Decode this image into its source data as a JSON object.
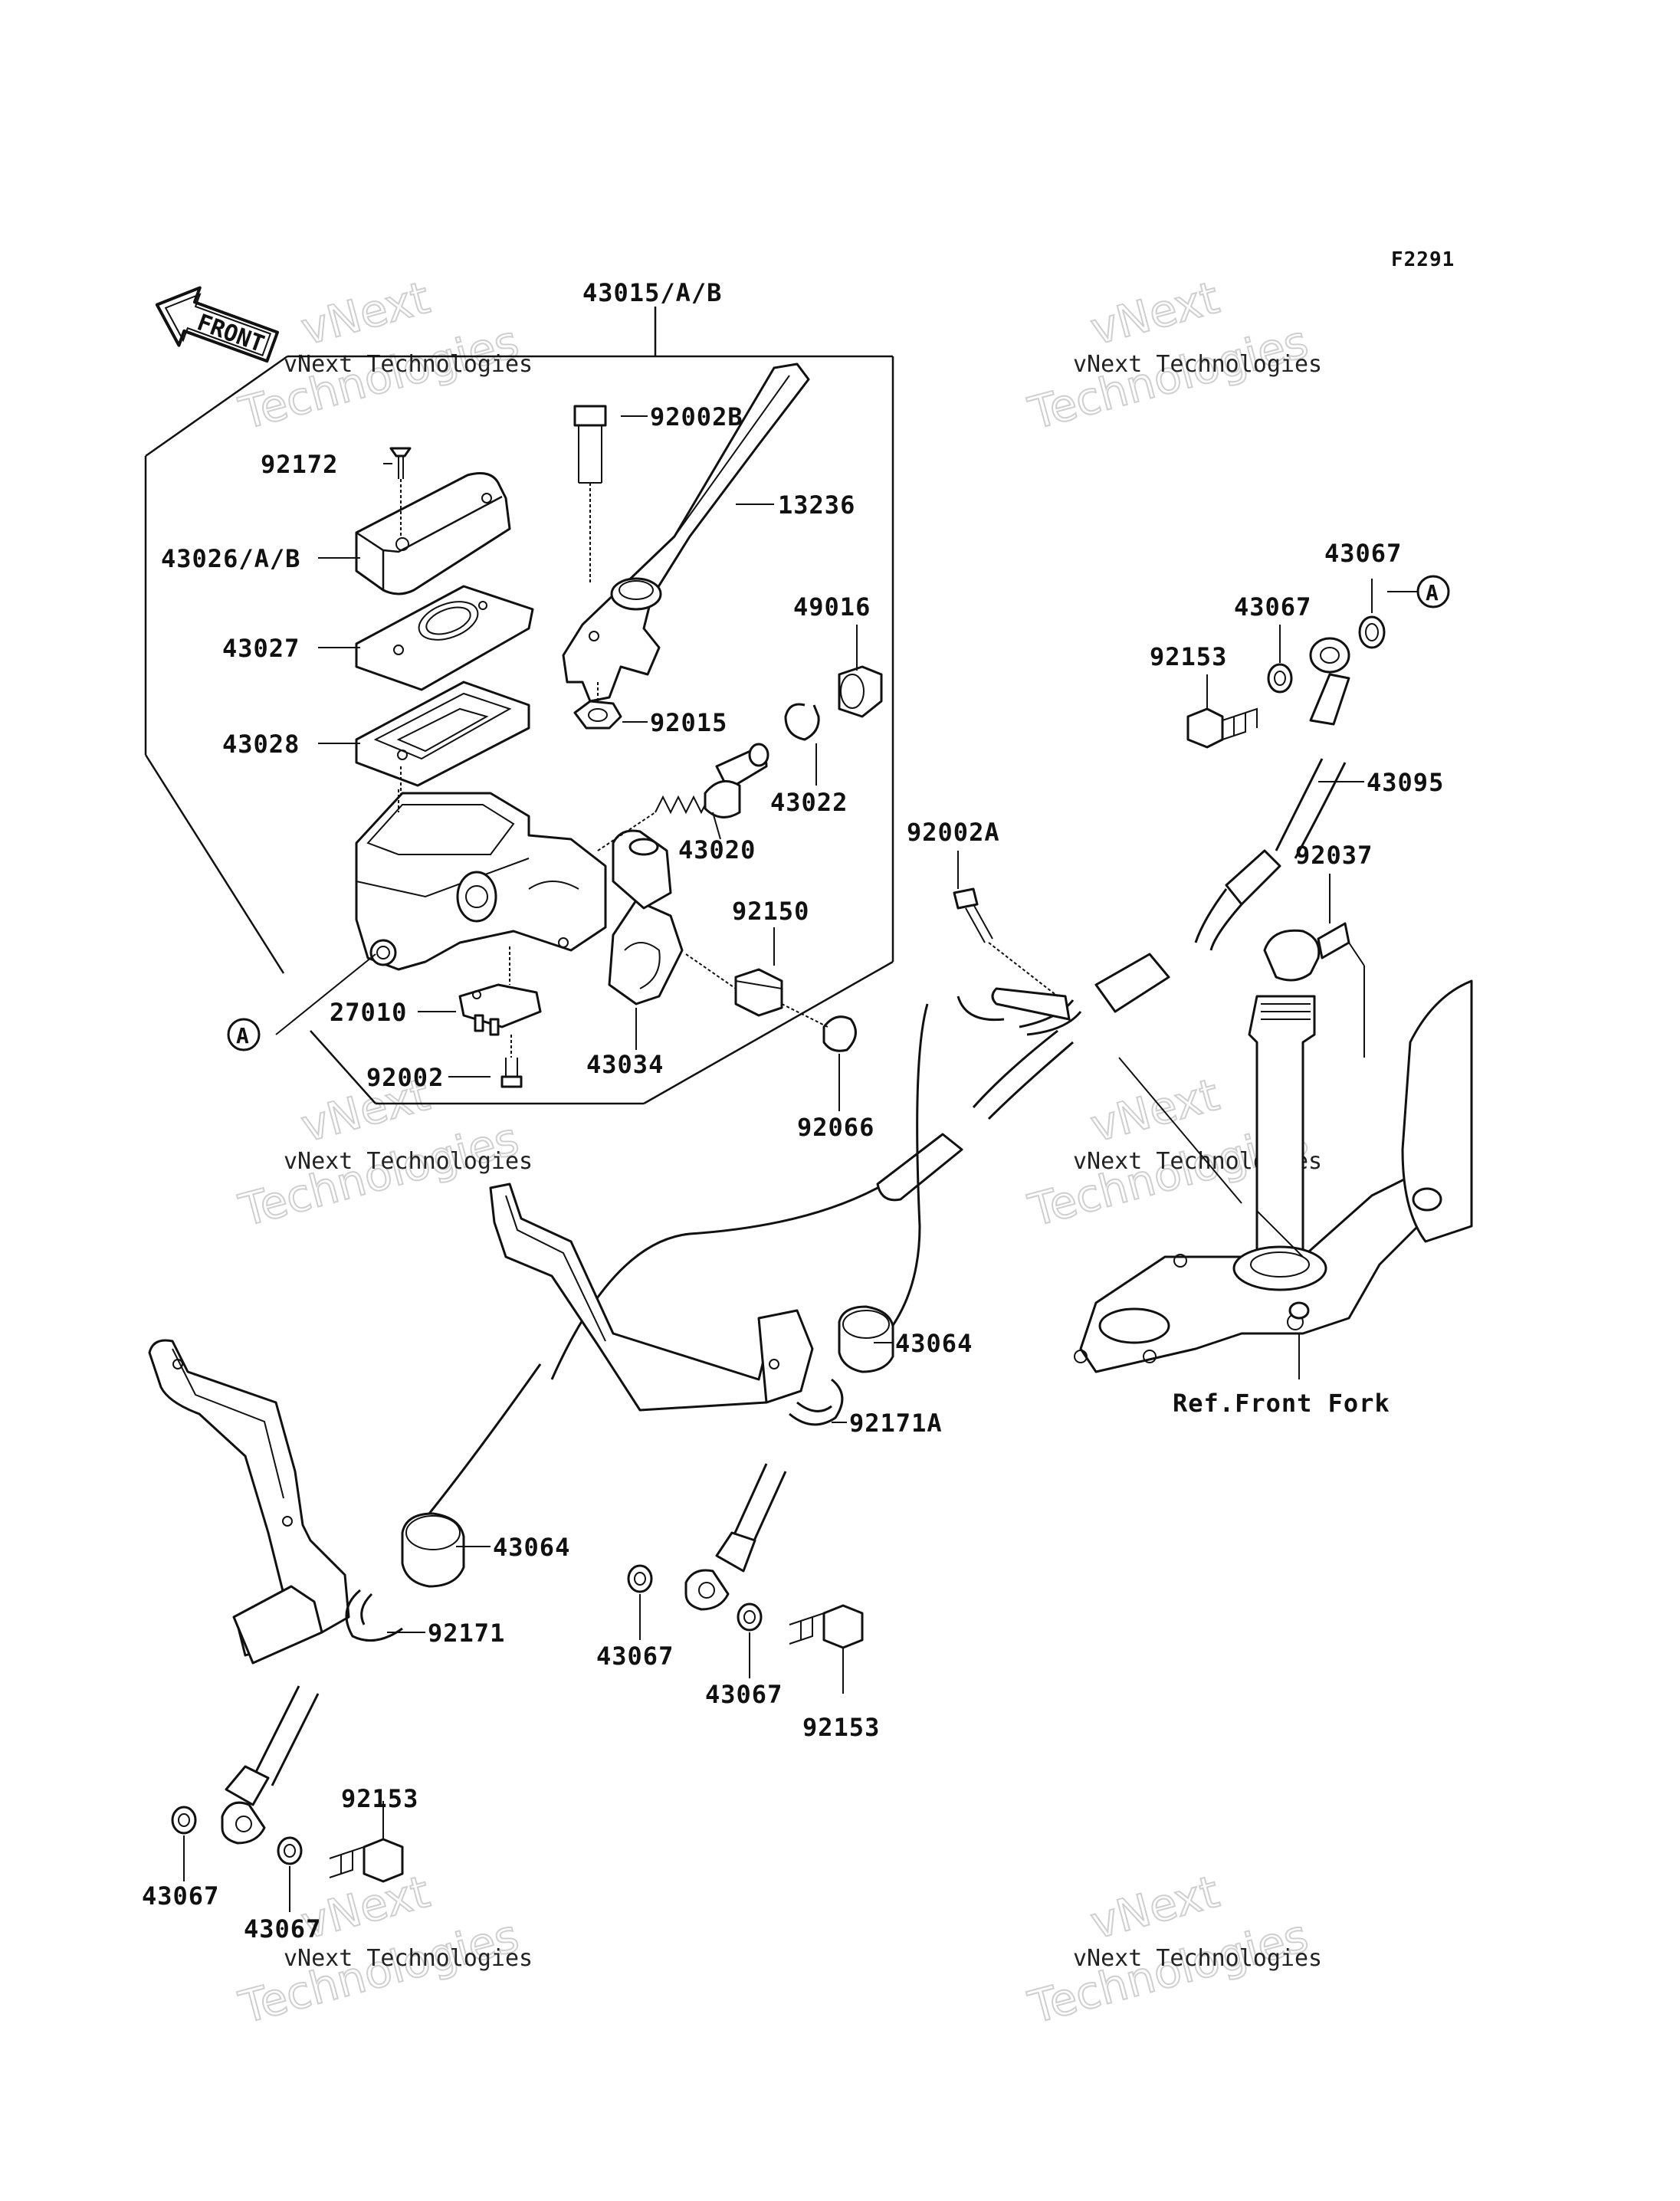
{
  "diagram_code": "F2291",
  "front_label": "FRONT",
  "ref_label": "Ref.Front Fork",
  "callout_letter": "A",
  "watermark": {
    "line1": "vNext Technologies",
    "line2_a": "vNext",
    "line2_b": "Technologies"
  },
  "parts": {
    "p43015": "43015/A/B",
    "p92002B": "92002B",
    "p92172": "92172",
    "p13236": "13236",
    "p43026": "43026/A/B",
    "p43027": "43027",
    "p49016": "49016",
    "p43028": "43028",
    "p92015": "92015",
    "p43022": "43022",
    "p43020": "43020",
    "p92150": "92150",
    "p27010": "27010",
    "p43034": "43034",
    "p92002": "92002",
    "p92066": "92066",
    "p43067_tr1": "43067",
    "p43067_tr2": "43067",
    "p92153_tr": "92153",
    "p43095": "43095",
    "p92002A": "92002A",
    "p92037": "92037",
    "p43064_r": "43064",
    "p92171A": "92171A",
    "p43064_l": "43064",
    "p92171": "92171",
    "p43067_m1": "43067",
    "p43067_m2": "43067",
    "p92153_m": "92153",
    "p92153_b": "92153",
    "p43067_b1": "43067",
    "p43067_b2": "43067"
  },
  "colors": {
    "line": "#111111",
    "watermark": "#cfcfcf"
  }
}
